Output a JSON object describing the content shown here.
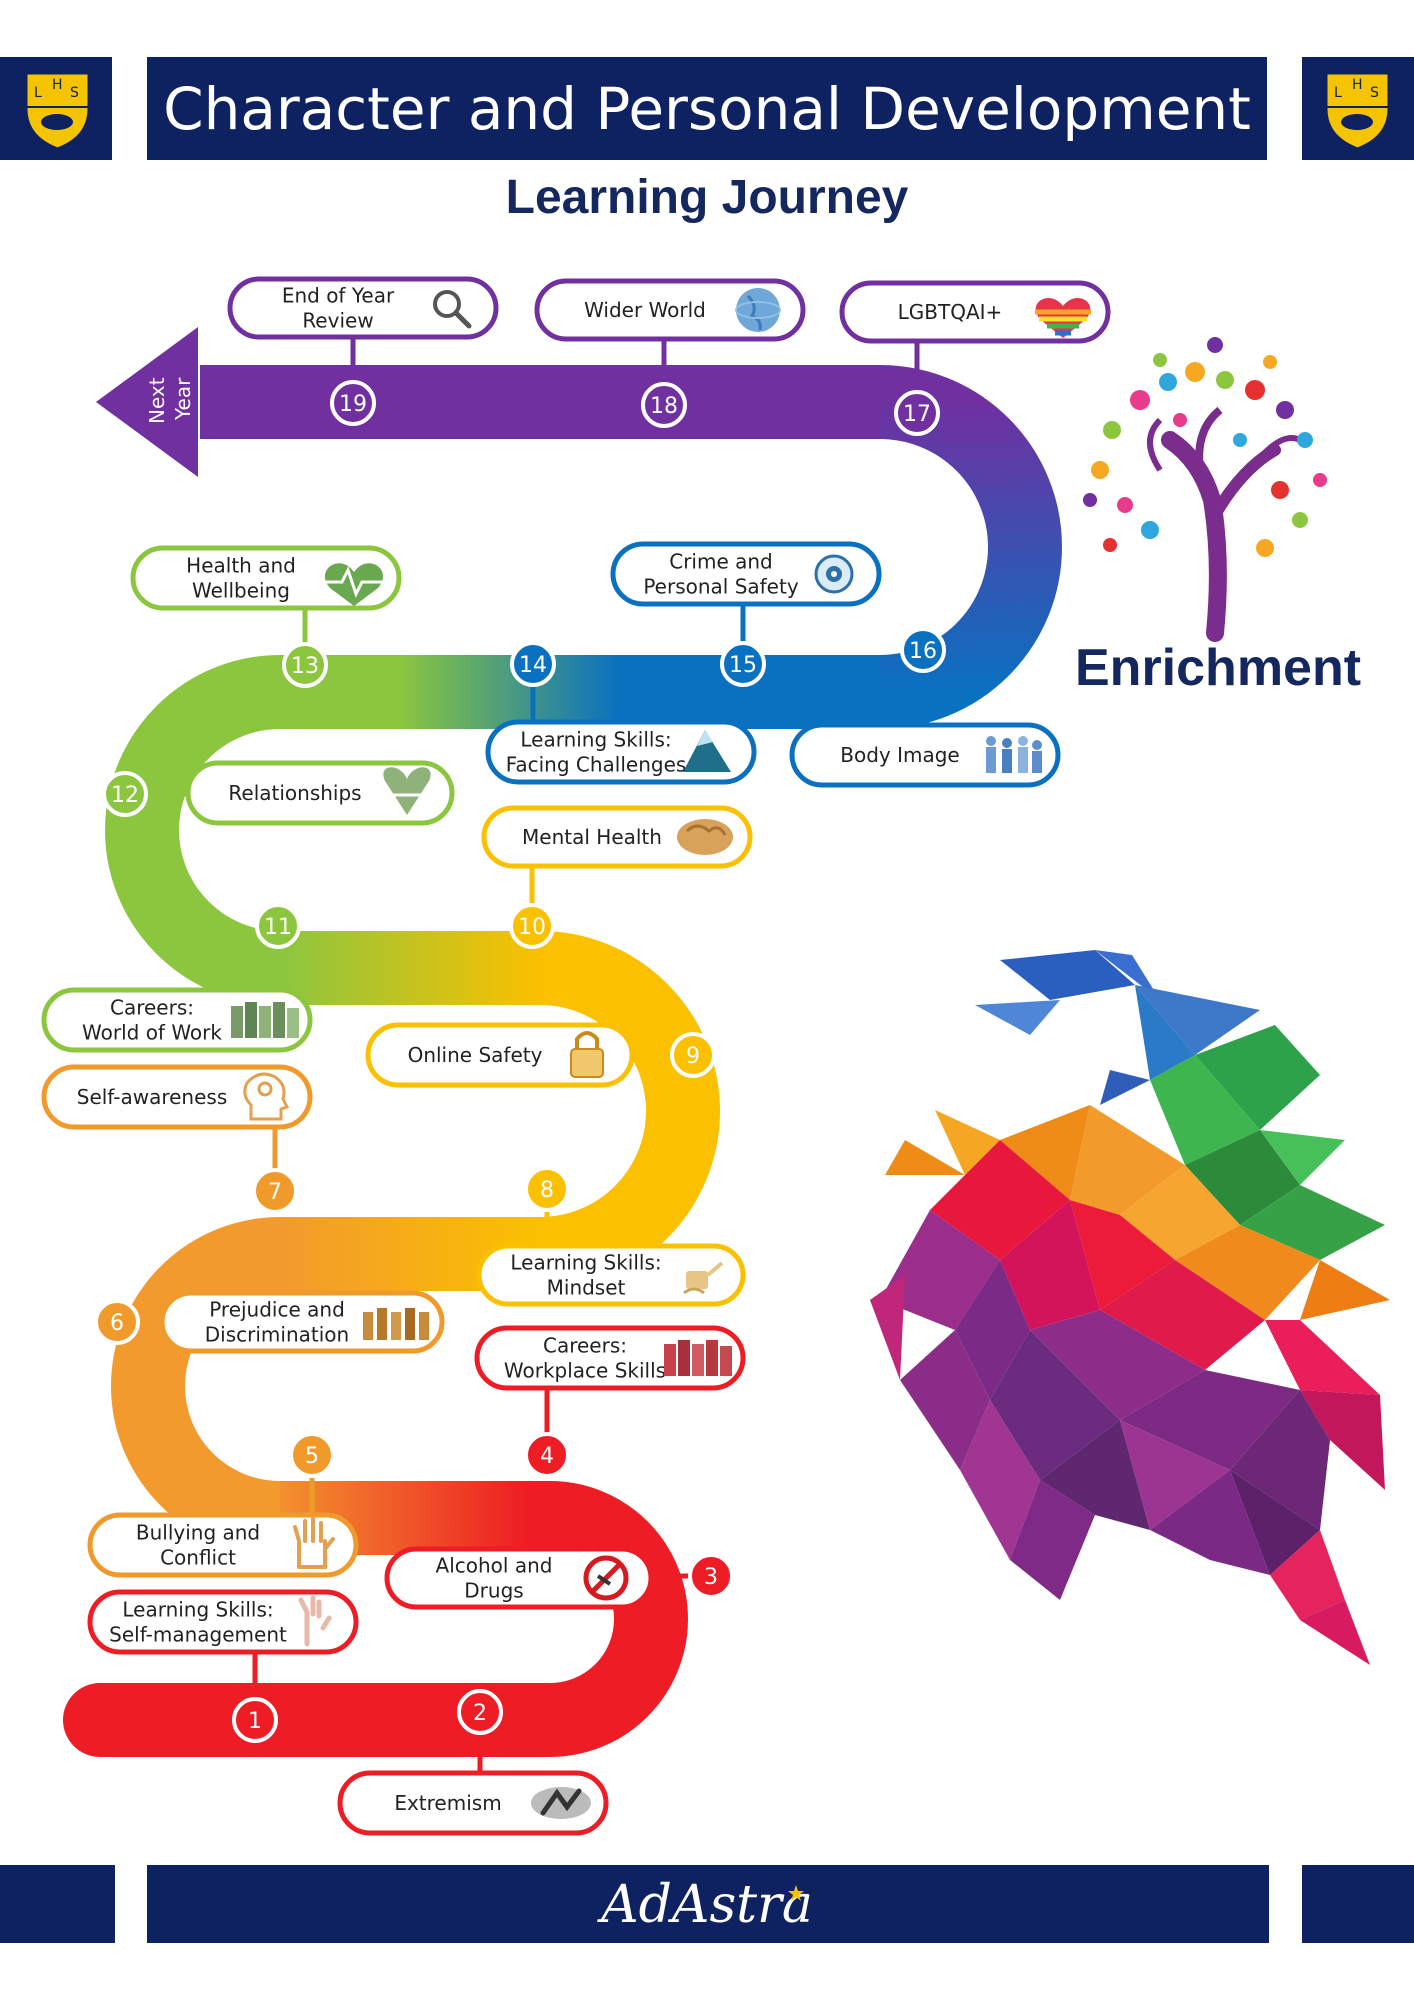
{
  "header": {
    "title": "Character and Personal Development",
    "crest_letters": [
      "L",
      "H",
      "S"
    ]
  },
  "subtitle": "Learning Journey",
  "arrow_label": [
    "Next",
    "Year"
  ],
  "enrichment_label": "Enrichment",
  "footer": {
    "motto": "AdAstra"
  },
  "colors": {
    "navy": "#0e2161",
    "red": "#ee1c24",
    "orange": "#f19a2c",
    "yellow": "#fbc000",
    "green": "#8cc63f",
    "blue": "#0a70c0",
    "purple": "#7030a0"
  },
  "steps": [
    {
      "n": "1",
      "lines": [
        "Learning Skills:",
        "Self-management"
      ],
      "icon": "hand-icon"
    },
    {
      "n": "2",
      "lines": [
        "Extremism"
      ],
      "icon": "fight-icon"
    },
    {
      "n": "3",
      "lines": [
        "Alcohol and",
        "Drugs"
      ],
      "icon": "no-drugs-icon"
    },
    {
      "n": "4",
      "lines": [
        "Careers:",
        "Workplace Skills"
      ],
      "icon": "people-icon"
    },
    {
      "n": "5",
      "lines": [
        "Bullying and",
        "Conflict"
      ],
      "icon": "palm-icon"
    },
    {
      "n": "6",
      "lines": [
        "Prejudice and",
        "Discrimination"
      ],
      "icon": "crowd-icon"
    },
    {
      "n": "7",
      "lines": [
        "Self-awareness"
      ],
      "icon": "head-gears-icon"
    },
    {
      "n": "8",
      "lines": [
        "Learning Skills:",
        "Mindset"
      ],
      "icon": "watering-can-icon"
    },
    {
      "n": "9",
      "lines": [
        "Online Safety"
      ],
      "icon": "padlock-icon"
    },
    {
      "n": "10",
      "lines": [
        "Mental Health"
      ],
      "icon": "brain-icon"
    },
    {
      "n": "11",
      "lines": [
        "Careers:",
        "World of Work"
      ],
      "icon": "workers-icon"
    },
    {
      "n": "12",
      "lines": [
        "Relationships"
      ],
      "icon": "handshake-icon"
    },
    {
      "n": "13",
      "lines": [
        "Health and",
        "Wellbeing"
      ],
      "icon": "heart-pulse-icon"
    },
    {
      "n": "14",
      "lines": [
        "Learning Skills:",
        "Facing Challenges"
      ],
      "icon": "mountain-icon"
    },
    {
      "n": "15",
      "lines": [
        "Crime and",
        "Personal Safety"
      ],
      "icon": "detective-eye-icon"
    },
    {
      "n": "16",
      "lines": [
        "Body Image"
      ],
      "icon": "figures-icon"
    },
    {
      "n": "17",
      "lines": [
        "LGBTQAI+"
      ],
      "icon": "rainbow-heart-icon"
    },
    {
      "n": "18",
      "lines": [
        "Wider World"
      ],
      "icon": "globe-icon"
    },
    {
      "n": "19",
      "lines": [
        "End of Year",
        "Review"
      ],
      "icon": "magnifier-icon"
    }
  ]
}
